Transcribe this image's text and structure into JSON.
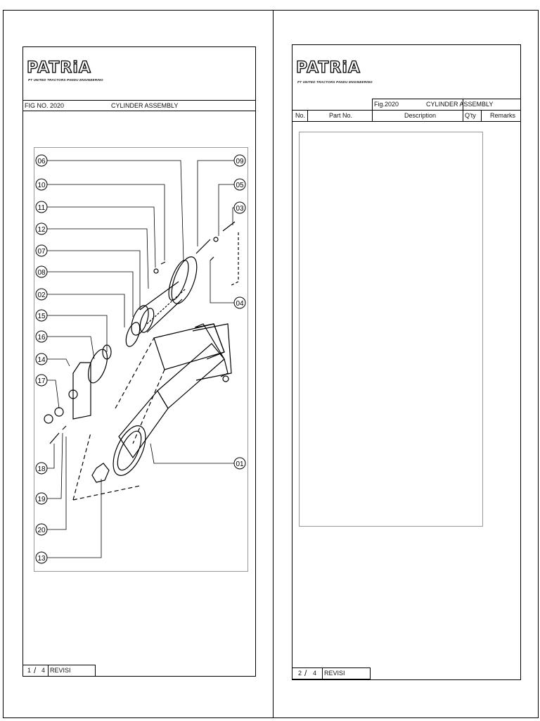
{
  "left_page": {
    "brand": "PATRiA",
    "brand_subtitle": "PT UNITED TRACTORS PANDU ENGINEERING",
    "fig_label": "FIG NO. 2020",
    "title": "CYLINDER ASSEMBLY",
    "footer": {
      "page": "1",
      "slash": "/",
      "total": "4",
      "revision": "REVISI"
    },
    "callouts_left": [
      "06",
      "10",
      "11",
      "12",
      "07",
      "08",
      "02",
      "15",
      "16",
      "14",
      "17",
      "18",
      "19",
      "20",
      "13"
    ],
    "callouts_right": [
      "09",
      "05",
      "03",
      "04",
      "01"
    ]
  },
  "right_page": {
    "brand": "PATRiA",
    "brand_subtitle": "PT UNITED TRACTORS PANDU ENGINEERING",
    "fig_label": "Fig.2020",
    "title": "CYLINDER ASSEMBLY",
    "columns": [
      "No.",
      "Part No.",
      "Description",
      "Q'ty",
      "Remarks"
    ],
    "footer": {
      "page": "2",
      "slash": "/",
      "total": "4",
      "revision": "REVISI"
    }
  }
}
